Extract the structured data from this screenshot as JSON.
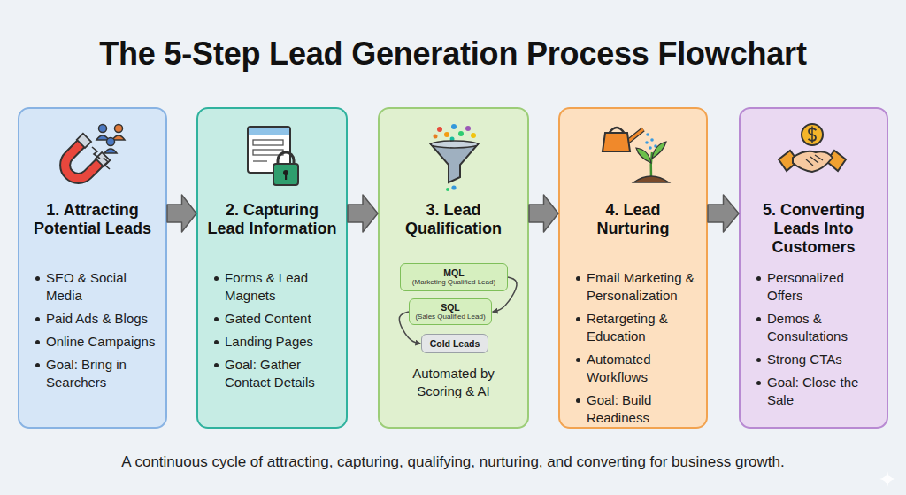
{
  "diagram": {
    "title": "The 5-Step Lead Generation Process Flowchart",
    "caption": "A continuous cycle of attracting, capturing, qualifying, nurturing, and converting for business growth.",
    "nodes": [
      {
        "text": [
          "1. Attracting Potential Leads",
          "SEO & Social Media",
          "Paid Ads & Blogs",
          "Online Campaigns",
          "Goal: Bring in Searchers"
        ]
      },
      {
        "text": [
          "2. Capturing Lead Information",
          "Forms & Lead Magnets",
          "Gated Content",
          "Landing Pages",
          "Goal: Gather Contact Details"
        ]
      },
      {
        "text": [
          "3. Lead Qualification",
          "Automated by Scoring & AI"
        ]
      },
      {
        "text": [
          "MQL",
          "(Marketing Qualified Lead)"
        ],
        "in": 2
      },
      {
        "text": [
          "SQL",
          "(Sales Qualified Lead)"
        ],
        "in": 2
      },
      {
        "text": [
          "Cold Leads"
        ],
        "in": 2
      },
      {
        "text": [
          "4. Lead Nurturing",
          "Email Marketing & Personalization",
          "Retargeting & Education",
          "Automated Workflows",
          "Goal: Build Readiness"
        ]
      },
      {
        "text": [
          "5. Converting Leads Into Customers",
          "Personalized Offers",
          "Demos & Consultations",
          "Strong CTAs",
          "Goal: Close the Sale"
        ]
      }
    ],
    "edges": [
      {
        "from": 0,
        "to": 1,
        "arrow": "to"
      },
      {
        "from": 1,
        "to": 2,
        "arrow": "to"
      },
      {
        "from": 2,
        "to": 6,
        "arrow": "to"
      },
      {
        "from": 6,
        "to": 7,
        "arrow": "to"
      },
      {
        "from": 3,
        "to": 4,
        "arrow": "to"
      },
      {
        "from": 4,
        "to": 5,
        "arrow": "to"
      }
    ]
  }
}
